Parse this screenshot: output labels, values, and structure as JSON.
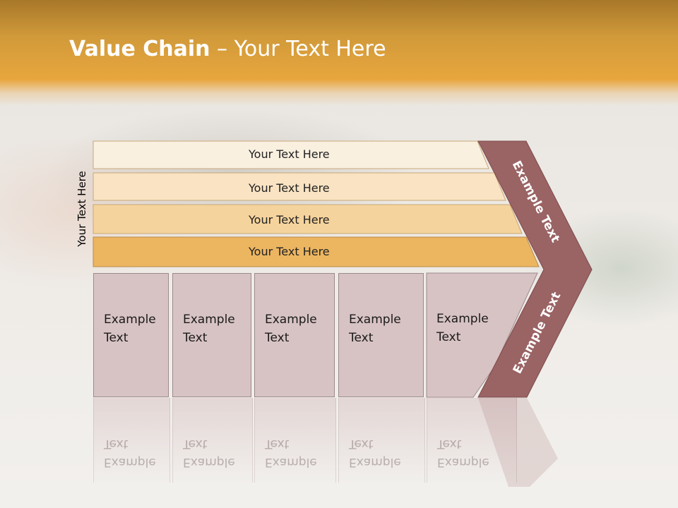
{
  "slide": {
    "title_bold": "Value Chain",
    "title_rest": " – Your Text Here",
    "vertical_label": "Your Text Here",
    "bars": [
      {
        "label": "Your Text Here",
        "color": "#faf0e0"
      },
      {
        "label": "Your Text Here",
        "color": "#f9e3c2"
      },
      {
        "label": "Your Text Here",
        "color": "#f5d39c"
      },
      {
        "label": "Your Text Here",
        "color": "#ecb560"
      }
    ],
    "boxes": [
      {
        "label": "Example\nText"
      },
      {
        "label": "Example\nText"
      },
      {
        "label": "Example\nText"
      },
      {
        "label": "Example\nText"
      },
      {
        "label": "Example\nText"
      }
    ],
    "chevron": {
      "top_label": "Example Text",
      "bottom_label": "Example Text",
      "color": "#9a6364"
    }
  }
}
